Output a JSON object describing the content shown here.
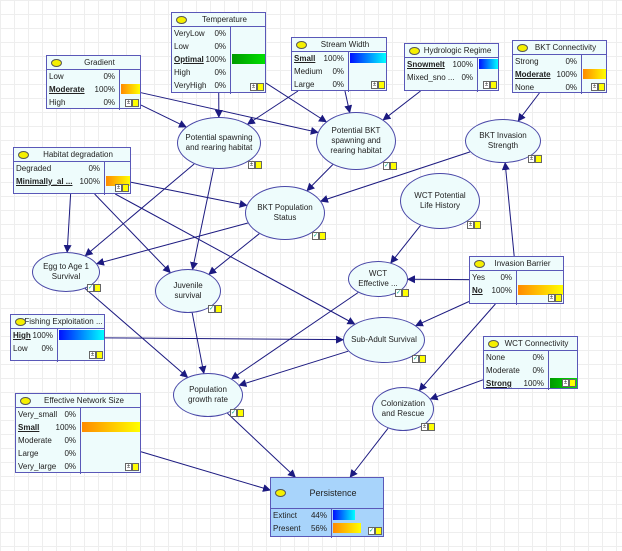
{
  "colors": {
    "orange": [
      "#ff8a00",
      "#ffff00"
    ],
    "blue": [
      "#0010ff",
      "#00ffff"
    ],
    "green": [
      "#009a00",
      "#00e000"
    ],
    "edge": "#1c1a80",
    "node_fill": "#eefcfc",
    "output_fill": "#a8d4fb"
  },
  "box_nodes": [
    {
      "id": "temperature",
      "title": "Temperature",
      "states": [
        {
          "label": "VeryLow",
          "pct": "0%",
          "value": 0
        },
        {
          "label": "Low",
          "pct": "0%",
          "value": 0
        },
        {
          "label": "Optimal",
          "pct": "100%",
          "value": 100,
          "selected": true,
          "color": "green"
        },
        {
          "label": "High",
          "pct": "0%",
          "value": 0
        },
        {
          "label": "VeryHigh",
          "pct": "0%",
          "value": 0
        }
      ]
    },
    {
      "id": "gradient",
      "title": "Gradient",
      "states": [
        {
          "label": "Low",
          "pct": "0%",
          "value": 0
        },
        {
          "label": "Moderate",
          "pct": "100%",
          "value": 100,
          "selected": true,
          "color": "orange"
        },
        {
          "label": "High",
          "pct": "0%",
          "value": 0
        }
      ]
    },
    {
      "id": "stream-width",
      "title": "Stream Width",
      "states": [
        {
          "label": "Small",
          "pct": "100%",
          "value": 100,
          "selected": true,
          "color": "blue"
        },
        {
          "label": "Medium",
          "pct": "0%",
          "value": 0
        },
        {
          "label": "Large",
          "pct": "0%",
          "value": 0
        }
      ]
    },
    {
      "id": "hydrologic-regime",
      "title": "Hydrologic Regime",
      "states": [
        {
          "label": "Snowmelt",
          "pct": "100%",
          "value": 100,
          "selected": true,
          "color": "blue"
        },
        {
          "label": "Mixed_sno ...",
          "pct": "0%",
          "value": 0
        }
      ]
    },
    {
      "id": "bkt-connectivity",
      "title": "BKT Connectivity",
      "states": [
        {
          "label": "Strong",
          "pct": "0%",
          "value": 0
        },
        {
          "label": "Moderate",
          "pct": "100%",
          "value": 100,
          "selected": true,
          "color": "orange"
        },
        {
          "label": "None",
          "pct": "0%",
          "value": 0
        }
      ]
    },
    {
      "id": "habitat-degradation",
      "title": "Habitat degradation",
      "states": [
        {
          "label": "Degraded",
          "pct": "0%",
          "value": 0
        },
        {
          "label": "Minimally_al ...",
          "pct": "100%",
          "value": 100,
          "selected": true,
          "color": "orange"
        }
      ]
    },
    {
      "id": "invasion-barrier",
      "title": "Invasion Barrier",
      "states": [
        {
          "label": "Yes",
          "pct": "0%",
          "value": 0
        },
        {
          "label": "No",
          "pct": "100%",
          "value": 100,
          "selected": true,
          "color": "orange"
        }
      ]
    },
    {
      "id": "fishing-exploitation",
      "title": "Fishing Exploitation ...",
      "states": [
        {
          "label": "High",
          "pct": "100%",
          "value": 100,
          "selected": true,
          "color": "blue"
        },
        {
          "label": "Low",
          "pct": "0%",
          "value": 0
        }
      ]
    },
    {
      "id": "wct-connectivity",
      "title": "WCT Connectivity",
      "states": [
        {
          "label": "None",
          "pct": "0%",
          "value": 0
        },
        {
          "label": "Moderate",
          "pct": "0%",
          "value": 0
        },
        {
          "label": "Strong",
          "pct": "100%",
          "value": 100,
          "selected": true,
          "color": "green"
        }
      ]
    },
    {
      "id": "effective-network-size",
      "title": "Effective Network Size",
      "states": [
        {
          "label": "Very_small",
          "pct": "0%",
          "value": 0
        },
        {
          "label": "Small",
          "pct": "100%",
          "value": 100,
          "selected": true,
          "color": "orange"
        },
        {
          "label": "Moderate",
          "pct": "0%",
          "value": 0
        },
        {
          "label": "Large",
          "pct": "0%",
          "value": 0
        },
        {
          "label": "Very_large",
          "pct": "0%",
          "value": 0
        }
      ]
    },
    {
      "id": "persistence",
      "title": "Persistence",
      "output": true,
      "states": [
        {
          "label": "Extinct",
          "pct": "44%",
          "value": 44,
          "color": "blue"
        },
        {
          "label": "Present",
          "pct": "56%",
          "value": 56,
          "color": "orange"
        }
      ]
    }
  ],
  "ellipse_nodes": [
    {
      "id": "potential-spawning",
      "label": "Potential spawning and rearing habitat"
    },
    {
      "id": "potential-bkt",
      "label": "Potential BKT spawning and rearing habitat",
      "checked": true
    },
    {
      "id": "bkt-invasion",
      "label": "BKT Invasion Strength"
    },
    {
      "id": "bkt-population",
      "label": "BKT Population Status",
      "checked": true
    },
    {
      "id": "wct-life-history",
      "label": "WCT Potential Life History"
    },
    {
      "id": "egg-survival",
      "label": "Egg to Age 1 Survival",
      "checked": true
    },
    {
      "id": "juvenile-survival",
      "label": "Juvenile survival",
      "checked": true
    },
    {
      "id": "wct-effective",
      "label": "WCT Effective ...",
      "checked": true
    },
    {
      "id": "sub-adult",
      "label": "Sub-Adult Survival",
      "checked": true
    },
    {
      "id": "pop-growth",
      "label": "Population growth rate",
      "checked": true
    },
    {
      "id": "colonization",
      "label": "Colonization and Rescue"
    }
  ],
  "edges": [
    [
      "gradient",
      "potential-spawning"
    ],
    [
      "gradient",
      "potential-bkt"
    ],
    [
      "temperature",
      "potential-spawning"
    ],
    [
      "temperature",
      "potential-bkt"
    ],
    [
      "stream-width",
      "potential-spawning"
    ],
    [
      "stream-width",
      "potential-bkt"
    ],
    [
      "hydrologic-regime",
      "potential-bkt"
    ],
    [
      "bkt-connectivity",
      "bkt-invasion"
    ],
    [
      "habitat-degradation",
      "egg-survival"
    ],
    [
      "habitat-degradation",
      "juvenile-survival"
    ],
    [
      "habitat-degradation",
      "bkt-population"
    ],
    [
      "habitat-degradation",
      "sub-adult"
    ],
    [
      "potential-spawning",
      "egg-survival"
    ],
    [
      "potential-spawning",
      "juvenile-survival"
    ],
    [
      "potential-bkt",
      "bkt-population"
    ],
    [
      "bkt-invasion",
      "bkt-population"
    ],
    [
      "bkt-population",
      "egg-survival"
    ],
    [
      "bkt-population",
      "juvenile-survival"
    ],
    [
      "invasion-barrier",
      "bkt-invasion"
    ],
    [
      "invasion-barrier",
      "wct-effective"
    ],
    [
      "invasion-barrier",
      "sub-adult"
    ],
    [
      "invasion-barrier",
      "colonization"
    ],
    [
      "wct-life-history",
      "wct-effective"
    ],
    [
      "wct-effective",
      "pop-growth"
    ],
    [
      "sub-adult",
      "pop-growth"
    ],
    [
      "fishing-exploitation",
      "sub-adult"
    ],
    [
      "egg-survival",
      "pop-growth"
    ],
    [
      "juvenile-survival",
      "pop-growth"
    ],
    [
      "wct-connectivity",
      "colonization"
    ],
    [
      "colonization",
      "persistence"
    ],
    [
      "pop-growth",
      "persistence"
    ],
    [
      "effective-network-size",
      "persistence"
    ]
  ]
}
